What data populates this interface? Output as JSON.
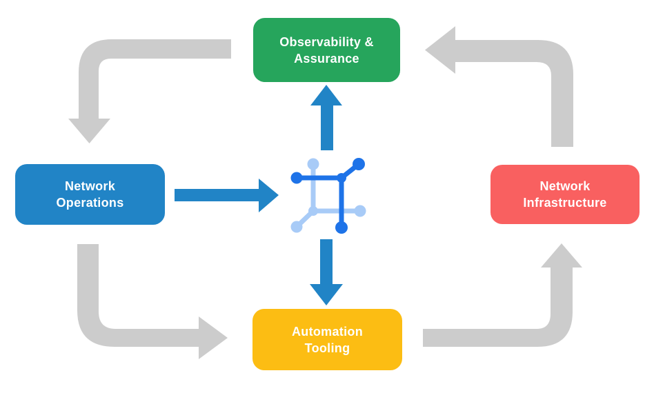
{
  "nodes": {
    "observability": {
      "line1": "Observability &",
      "line2": "Assurance",
      "color": "#26A55C"
    },
    "operations": {
      "line1": "Network",
      "line2": "Operations",
      "color": "#2184C6"
    },
    "infrastructure": {
      "line1": "Network",
      "line2": "Infrastructure",
      "color": "#F96060"
    },
    "automation": {
      "line1": "Automation",
      "line2": "Tooling",
      "color": "#FCBD13"
    }
  },
  "hub": {
    "icon": "network-mesh-icon",
    "dark_color": "#1E73E8",
    "light_color": "#A8CBF7"
  },
  "flows": {
    "outer_cycle_color": "#CCCCCC",
    "hub_link_color": "#2184C6",
    "outer_cycle": [
      {
        "from": "Observability & Assurance",
        "to": "Network Operations"
      },
      {
        "from": "Network Operations",
        "to": "Automation Tooling"
      },
      {
        "from": "Automation Tooling",
        "to": "Network Infrastructure"
      },
      {
        "from": "Network Infrastructure",
        "to": "Observability & Assurance"
      }
    ],
    "hub_links": [
      {
        "from": "Network Operations",
        "to": "hub"
      },
      {
        "from": "hub",
        "to": "Observability & Assurance"
      },
      {
        "from": "hub",
        "to": "Automation Tooling"
      }
    ]
  }
}
